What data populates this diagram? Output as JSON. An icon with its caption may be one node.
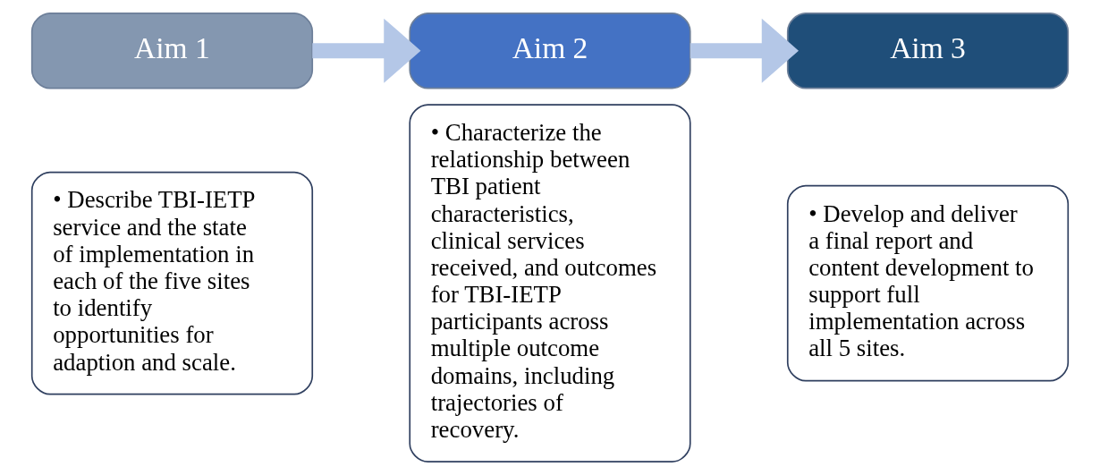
{
  "diagram": {
    "nodes": [
      {
        "text": [
          "Aim 1"
        ]
      },
      {
        "text": [
          "• Describe TBI-IETP service and the state of implementation in each of the five sites to identify opportunities for adaption and scale."
        ]
      },
      {
        "text": [
          "Aim 2"
        ]
      },
      {
        "text": [
          "• Characterize the relationship between TBI patient characteristics, clinical services received, and outcomes for TBI-IETP participants across multiple outcome domains, including trajectories of recovery."
        ]
      },
      {
        "text": [
          "Aim 3"
        ]
      },
      {
        "text": [
          "• Develop and deliver a final report and content development to support full implementation across all 5 sites."
        ]
      }
    ],
    "edges": [
      {
        "from": 0,
        "to": 2,
        "arrow": "to"
      },
      {
        "from": 2,
        "to": 4,
        "arrow": "to"
      }
    ]
  }
}
